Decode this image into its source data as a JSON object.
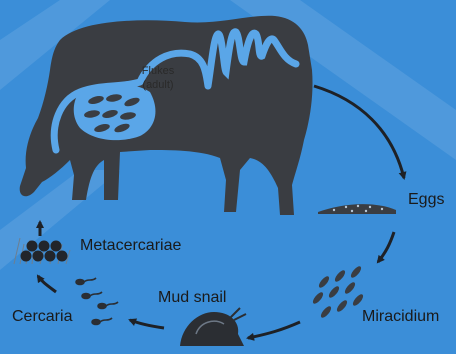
{
  "labels": {
    "flukes_line1": "Flukes",
    "flukes_line2": "(adult)",
    "eggs": "Eggs",
    "metacercariae": "Metacercariae",
    "mud_snail": "Mud snail",
    "cercaria": "Cercaria",
    "miracidium": "Miracidium"
  },
  "icons": [
    "cow-silhouette",
    "liver-fluke-cluster",
    "egg-pile",
    "miracidium-cluster",
    "mud-snail",
    "cercaria-larvae",
    "metacercariae-cysts",
    "grass-tuft",
    "cycle-arrows"
  ],
  "colors": {
    "background": "#3b8ed8",
    "silhouette": "#3a3d42",
    "intestine": "#5aa6e8",
    "label_text": "#1a1a1a"
  }
}
